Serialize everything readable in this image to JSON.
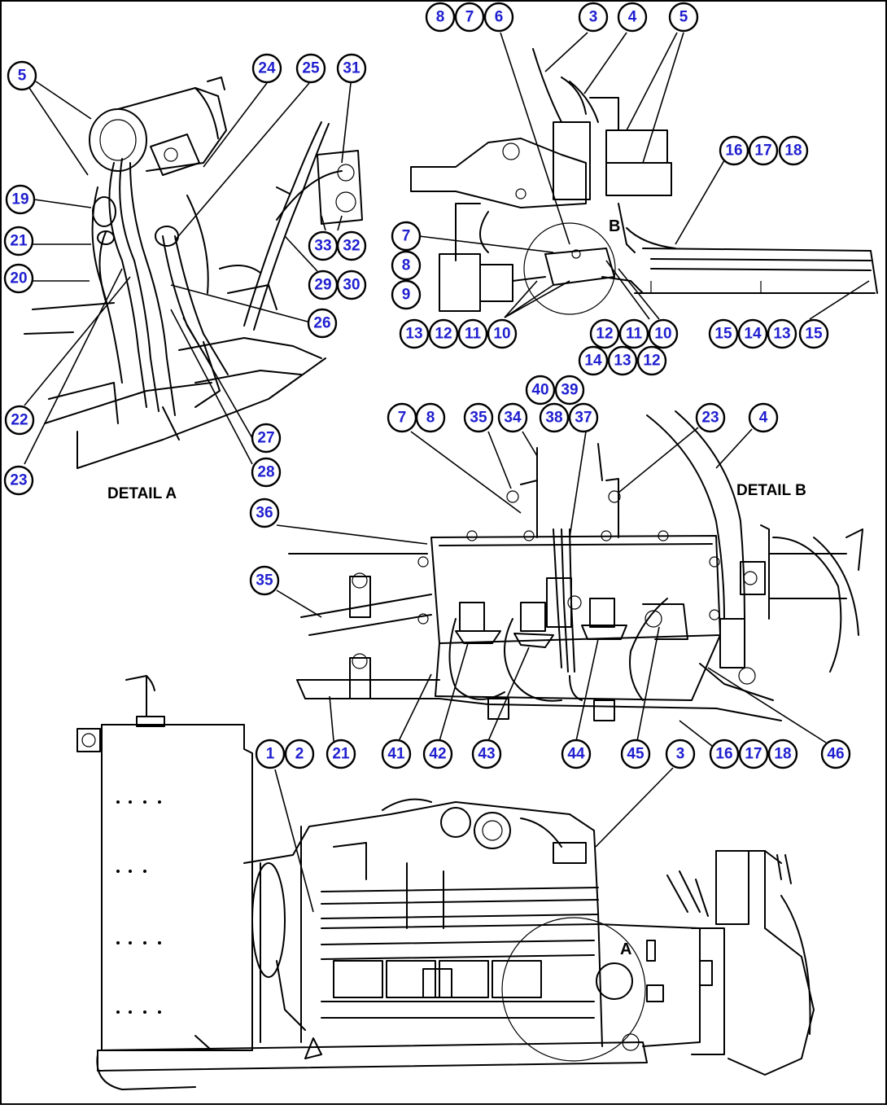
{
  "labels": {
    "detail_a": "DETAIL A",
    "detail_b": "DETAIL B",
    "view_a": "A",
    "view_b": "B"
  },
  "colors": {
    "callout_text": "#1f1fd0",
    "line": "#000000",
    "background": "#ffffff"
  },
  "callouts": [
    "5",
    "24",
    "25",
    "31",
    "19",
    "21",
    "20",
    "33",
    "32",
    "29",
    "30",
    "26",
    "22",
    "27",
    "23",
    "28",
    "8",
    "7",
    "6",
    "3",
    "4",
    "5",
    "16",
    "17",
    "18",
    "7",
    "8",
    "9",
    "13",
    "12",
    "11",
    "10",
    "12",
    "11",
    "10",
    "15",
    "14",
    "13",
    "15",
    "14",
    "13",
    "12",
    "40",
    "39",
    "7",
    "8",
    "35",
    "34",
    "38",
    "37",
    "23",
    "4",
    "36",
    "35",
    "1",
    "2",
    "21",
    "41",
    "42",
    "43",
    "44",
    "45",
    "3",
    "16",
    "17",
    "18",
    "46"
  ]
}
